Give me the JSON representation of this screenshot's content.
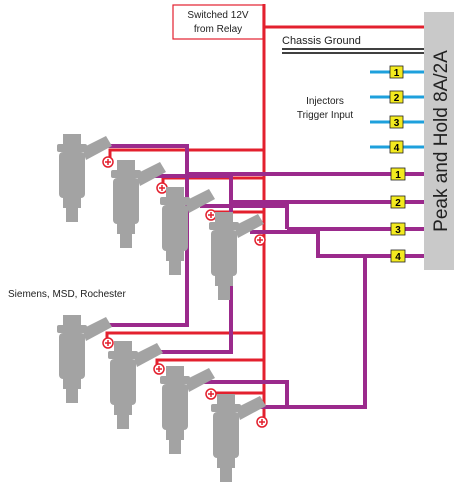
{
  "relay_label": [
    "Switched 12V",
    "from Relay"
  ],
  "chassis_ground_label": "Chassis Ground",
  "injector_trigger_label": [
    "Injectors",
    "Trigger Input"
  ],
  "module_label": "Peak and Hold 8A/2A",
  "injector_brand_label": "Siemens, MSD, Rochester",
  "trigger_inputs": [
    "1",
    "2",
    "3",
    "4"
  ],
  "output_channels": [
    "1",
    "2",
    "3",
    "4"
  ],
  "colors": {
    "power_wire": "#e3202e",
    "signal_wire": "#9b2a8c",
    "trigger_wire": "#1ea0dc",
    "ground_wire": "#000000",
    "module": "#c9c9c9",
    "injector": "#a3a3a3",
    "terminal": "#f3ea1f"
  }
}
